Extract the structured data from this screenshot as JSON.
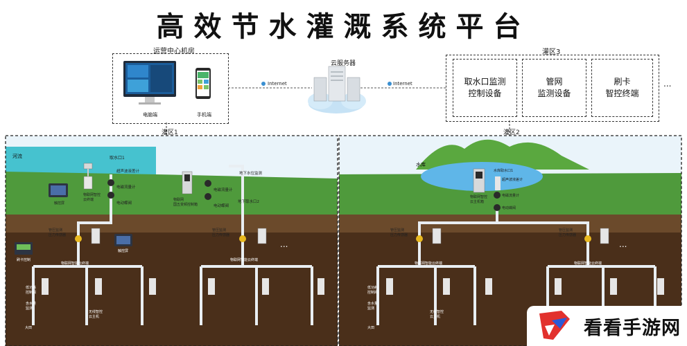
{
  "title": "高效节水灌溉系统平台",
  "center": {
    "label": "运营中心机房",
    "pc_label": "电脑端",
    "phone_label": "手机端"
  },
  "cloud": {
    "label": "云服务器",
    "internet_left": "Internet",
    "internet_right": "Internet"
  },
  "zone3": {
    "label": "灌区3",
    "cells": [
      "取水口监测\n控制设备",
      "管网\n监测设备",
      "刷卡\n智控终端"
    ],
    "more": "..."
  },
  "zone1": {
    "label": "灌区1",
    "river": "河流",
    "intake1": "取水口1",
    "ultrasonic": "超声波液差计",
    "emeter": "电磁流量计",
    "emeter2": "电磁流量计",
    "evalve": "电动蝶阀",
    "evalve2": "电动蝶阀",
    "iot_ctrl": "物联网智控\n云终端",
    "touch1": "触控屏",
    "well_ctrl": "物联网\n国五变频控制箱",
    "underground": "地下水位监测",
    "intake2": "地下取水口2",
    "pressure1": "管压监测\n压力传感器",
    "pressure2": "管压监测\n压力传感器",
    "touch2": "触控屏",
    "card": "刷卡控制",
    "iot_pipe1": "物联网智能云终端",
    "iot_pipe2": "物联网智能云终端",
    "lowpower": "低功耗\n控制阀",
    "soil": "含水量\n监测",
    "wireless": "无线智控\n云主机",
    "field": "大田",
    "more": "..."
  },
  "zone2": {
    "label": "灌区2",
    "reservoir": "水库",
    "intake": "水库取水口1",
    "ultrasonic": "超声波液差计",
    "emeter": "电磁流量计",
    "evalve": "电动蝶阀",
    "ctrl": "物联网智控\n云主机箱",
    "pressure1": "管压监测\n压力传感器",
    "pressure2": "管压监测\n压力传感器",
    "iot_pipe1": "物联网智能云终端",
    "iot_pipe2": "物联网智能云终端",
    "lowpower": "低功耗\n控制阀",
    "soil": "含水量\n监测",
    "wireless": "无线智控\n云主机",
    "field": "大田",
    "more": "..."
  },
  "watermark": "看看手游网",
  "colors": {
    "sky": "#e8f3fa",
    "grass": "#4f9a3c",
    "soil_top": "#6b4a2b",
    "soil_bottom": "#4a2f1a",
    "pipe": "#e9eef2",
    "river": "#46c2cf",
    "reservoir": "#5fb6e8",
    "logo_red": "#e2312d",
    "logo_blue": "#2a5bd7"
  }
}
